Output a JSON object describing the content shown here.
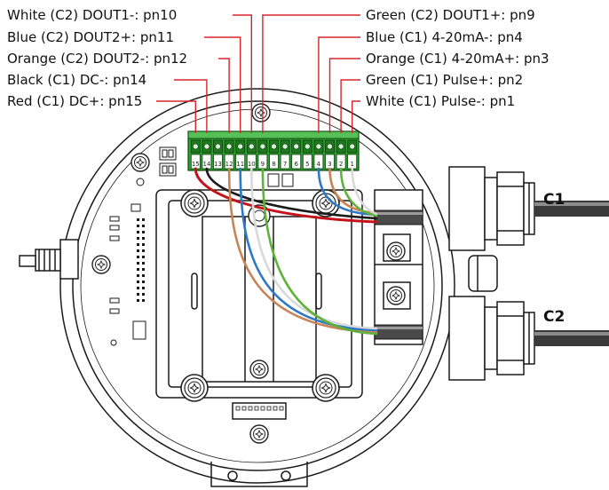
{
  "labels_left": [
    "White (C2) DOUT1-: pn10",
    "Blue (C2) DOUT2+: pn11",
    "Orange (C2) DOUT2-: pn12",
    "Black (C1) DC-: pn14",
    "Red (C1) DC+: pn15"
  ],
  "labels_right": [
    "Green (C2) DOUT1+: pn9",
    "Blue (C1) 4-20mA-: pn4",
    "Orange (C1) 4-20mA+: pn3",
    "Green (C1) Pulse+: pn2",
    "White (C1) Pulse-: pn1"
  ],
  "cables": {
    "c1": "C1",
    "c2": "C2"
  },
  "terminal_numbers": [
    "15",
    "14",
    "13",
    "12",
    "11",
    "10",
    "9",
    "8",
    "7",
    "6",
    "5",
    "4",
    "3",
    "2",
    "1"
  ],
  "wire_colors": {
    "red": "#c4131a",
    "black": "#1a1a1a",
    "orange": "#c88356",
    "blue": "#2f78c4",
    "green": "#5fb23a",
    "white": "#d9d9d9",
    "terminal": "#2fa02f",
    "leader": "#d6262b"
  },
  "screw_icon": "torx-screw-icon"
}
